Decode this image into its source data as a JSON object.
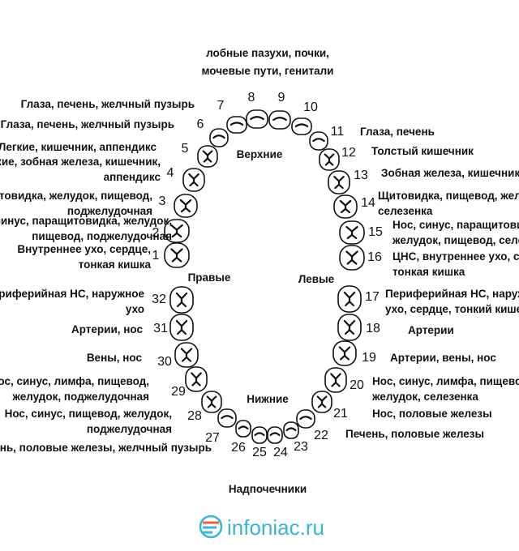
{
  "top_label": [
    "лобные пазухи, почки,",
    "мочевые пути, генитали"
  ],
  "bottom_label": "Надпочечники",
  "regions": {
    "upper": "Верхние",
    "lower": "Нижние",
    "right": "Правые",
    "left": "Левые"
  },
  "teeth": [
    {
      "n": "1",
      "label": [
        "Внутреннее ухо, сердце,",
        "тонкая кишка"
      ]
    },
    {
      "n": "2",
      "label": [
        "Нос, синус, паращитовидка, желудок,",
        "пищевод, поджелудочная"
      ]
    },
    {
      "n": "3",
      "label": [
        "Щитовидка, желудок, пищевод,",
        "поджелудочная"
      ]
    },
    {
      "n": "4",
      "label": [
        "Легкие, зобная железа, кишечник,",
        "аппендикс"
      ]
    },
    {
      "n": "5",
      "label": [
        "Легкие, кишечник, аппендикс"
      ]
    },
    {
      "n": "6",
      "label": [
        "Глаза, печень, желчный пузырь"
      ]
    },
    {
      "n": "7",
      "label": [
        "Глаза, печень, желчный пузырь"
      ]
    },
    {
      "n": "8",
      "label": []
    },
    {
      "n": "9",
      "label": []
    },
    {
      "n": "10",
      "label": []
    },
    {
      "n": "11",
      "label": [
        "Глаза, печень"
      ]
    },
    {
      "n": "12",
      "label": [
        "Толстый кишечник"
      ]
    },
    {
      "n": "13",
      "label": [
        "Зобная железа, кишечник"
      ]
    },
    {
      "n": "14",
      "label": [
        "Щитовидка, пищевод, желудок,",
        "селезенка"
      ]
    },
    {
      "n": "15",
      "label": [
        "Нос, синус, паращитовидка,",
        "желудок, пищевод, селезенка"
      ]
    },
    {
      "n": "16",
      "label": [
        "ЦНС, внутреннее ухо, сердце,",
        "тонкая кишка"
      ]
    },
    {
      "n": "17",
      "label": [
        "Периферийная НС, наружное",
        "ухо, сердце, тонкий кишечник"
      ]
    },
    {
      "n": "18",
      "label": [
        "Артерии"
      ]
    },
    {
      "n": "19",
      "label": [
        "Артерии, вены, нос"
      ]
    },
    {
      "n": "20",
      "label": [
        "Нос, синус, лимфа,  пищевод,",
        "желудок, селезенка"
      ]
    },
    {
      "n": "21",
      "label": [
        "Нос, половые железы"
      ]
    },
    {
      "n": "22",
      "label": [
        "Печень, половые железы"
      ]
    },
    {
      "n": "23",
      "label": []
    },
    {
      "n": "24",
      "label": []
    },
    {
      "n": "25",
      "label": []
    },
    {
      "n": "26",
      "label": []
    },
    {
      "n": "27",
      "label": [
        "Печень, половые железы, желчный пузырь"
      ]
    },
    {
      "n": "28",
      "label": [
        "Нос, синус,  пищевод, желудок,",
        "поджелудочная"
      ]
    },
    {
      "n": "29",
      "label": [
        "Нос, синус, лимфа,  пищевод,",
        "желудок, поджелудочная"
      ]
    },
    {
      "n": "30",
      "label": [
        "Вены, нос"
      ]
    },
    {
      "n": "31",
      "label": [
        "Артерии, нос"
      ]
    },
    {
      "n": "32",
      "label": [
        "Периферийная НС, наружное",
        "ухо"
      ]
    }
  ],
  "watermark": {
    "text": "infoniac.ru"
  },
  "colors": {
    "ink": "#111111",
    "watermark": "#39b4d8",
    "watermark_icon": "#e8604c"
  }
}
